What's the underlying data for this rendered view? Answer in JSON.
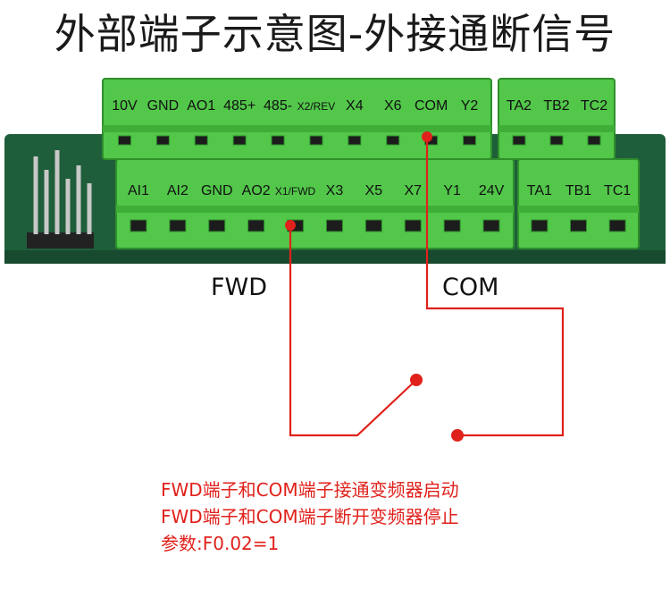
{
  "title": "外部端子示意图-外接通断信号",
  "colors": {
    "terminal_green": "#52c74a",
    "terminal_dark": "#2f8f2c",
    "pcb_green": "#1f5e3a",
    "wire_red": "#e0211b"
  },
  "top_row": [
    "10V",
    "GND",
    "AO1",
    "485+",
    "485-",
    "X2/REV",
    "X4",
    "X6",
    "COM",
    "Y2"
  ],
  "top_relay": [
    "TA2",
    "TB2",
    "TC2"
  ],
  "bottom_row": [
    "AI1",
    "AI2",
    "GND",
    "AO2",
    "X1/FWD",
    "X3",
    "X5",
    "X7",
    "Y1",
    "24V"
  ],
  "bottom_relay": [
    "TA1",
    "TB1",
    "TC1"
  ],
  "labels": {
    "fwd": "FWD",
    "com": "COM"
  },
  "notes": [
    "FWD端子和COM端子接通变频器启动",
    "FWD端子和COM端子断开变频器停止",
    "参数:F0.02=1"
  ]
}
